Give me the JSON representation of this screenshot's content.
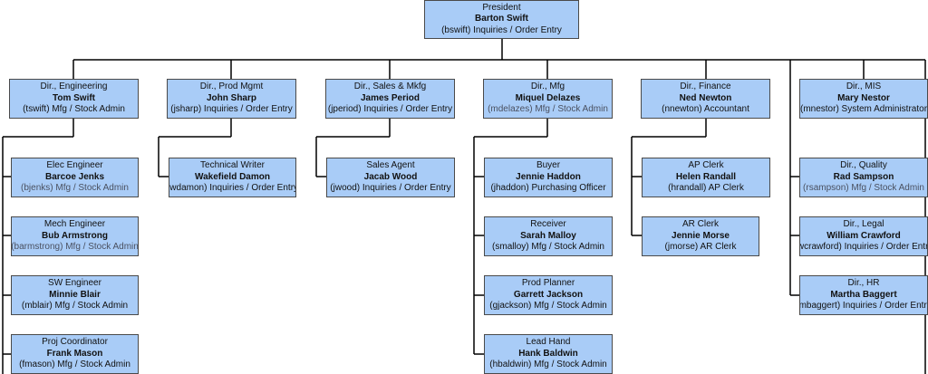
{
  "colors": {
    "box_fill": "#a9ccf7",
    "box_border": "#4a4a4a",
    "line": "#000000",
    "muted_text": "#4a5060"
  },
  "nodes": [
    {
      "id": "president",
      "title": "President",
      "name": "Barton Swift",
      "detail": "(bswift) Inquiries / Order Entry"
    },
    {
      "id": "dir-eng",
      "title": "Dir., Engineering",
      "name": "Tom Swift",
      "detail": "(tswift) Mfg / Stock Admin"
    },
    {
      "id": "dir-prod",
      "title": "Dir., Prod Mgmt",
      "name": "John Sharp",
      "detail": "(jsharp) Inquiries / Order Entry"
    },
    {
      "id": "dir-sales",
      "title": "Dir., Sales & Mkfg",
      "name": "James Period",
      "detail": "(jperiod) Inquiries / Order Entry"
    },
    {
      "id": "dir-mfg",
      "title": "Dir., Mfg",
      "name": "Miquel Delazes",
      "detail": "(mdelazes) Mfg / Stock Admin"
    },
    {
      "id": "dir-fin",
      "title": "Dir., Finance",
      "name": "Ned Newton",
      "detail": "(nnewton) Accountant"
    },
    {
      "id": "dir-mis",
      "title": "Dir., MIS",
      "name": "Mary Nestor",
      "detail": "(mnestor) System Administrator"
    },
    {
      "id": "elec-eng",
      "title": "Elec Engineer",
      "name": "Barcoe Jenks",
      "detail": "(bjenks) Mfg / Stock Admin"
    },
    {
      "id": "mech-eng",
      "title": "Mech Engineer",
      "name": "Bub Armstrong",
      "detail": "(barmstrong) Mfg / Stock Admin"
    },
    {
      "id": "sw-eng",
      "title": "SW Engineer",
      "name": "Minnie Blair",
      "detail": "(mblair) Mfg / Stock Admin"
    },
    {
      "id": "proj-coord",
      "title": "Proj Coordinator",
      "name": "Frank Mason",
      "detail": "(fmason) Mfg / Stock Admin"
    },
    {
      "id": "tech-writer",
      "title": "Technical Writer",
      "name": "Wakefield Damon",
      "detail": "(wdamon) Inquiries / Order Entry"
    },
    {
      "id": "sales-agent",
      "title": "Sales Agent",
      "name": "Jacab Wood",
      "detail": "(jwood) Inquiries / Order Entry"
    },
    {
      "id": "buyer",
      "title": "Buyer",
      "name": "Jennie Haddon",
      "detail": "(jhaddon) Purchasing Officer"
    },
    {
      "id": "receiver",
      "title": "Receiver",
      "name": "Sarah Malloy",
      "detail": "(smalloy) Mfg / Stock Admin"
    },
    {
      "id": "prod-planner",
      "title": "Prod Planner",
      "name": "Garrett Jackson",
      "detail": "(gjackson) Mfg / Stock Admin"
    },
    {
      "id": "lead-hand",
      "title": "Lead Hand",
      "name": "Hank Baldwin",
      "detail": "(hbaldwin) Mfg / Stock Admin"
    },
    {
      "id": "ap-clerk",
      "title": "AP Clerk",
      "name": "Helen Randall",
      "detail": "(hrandall) AP Clerk"
    },
    {
      "id": "ar-clerk",
      "title": "AR Clerk",
      "name": "Jennie Morse",
      "detail": "(jmorse) AR Clerk"
    },
    {
      "id": "dir-quality",
      "title": "Dir., Quality",
      "name": "Rad Sampson",
      "detail": "(rsampson) Mfg / Stock Admin"
    },
    {
      "id": "dir-legal",
      "title": "Dir., Legal",
      "name": "William Crawford",
      "detail": "(wcrawford) Inquiries / Order Entry"
    },
    {
      "id": "dir-hr",
      "title": "Dir., HR",
      "name": "Martha Baggert",
      "detail": "(mbaggert) Inquiries / Order Entry"
    }
  ]
}
